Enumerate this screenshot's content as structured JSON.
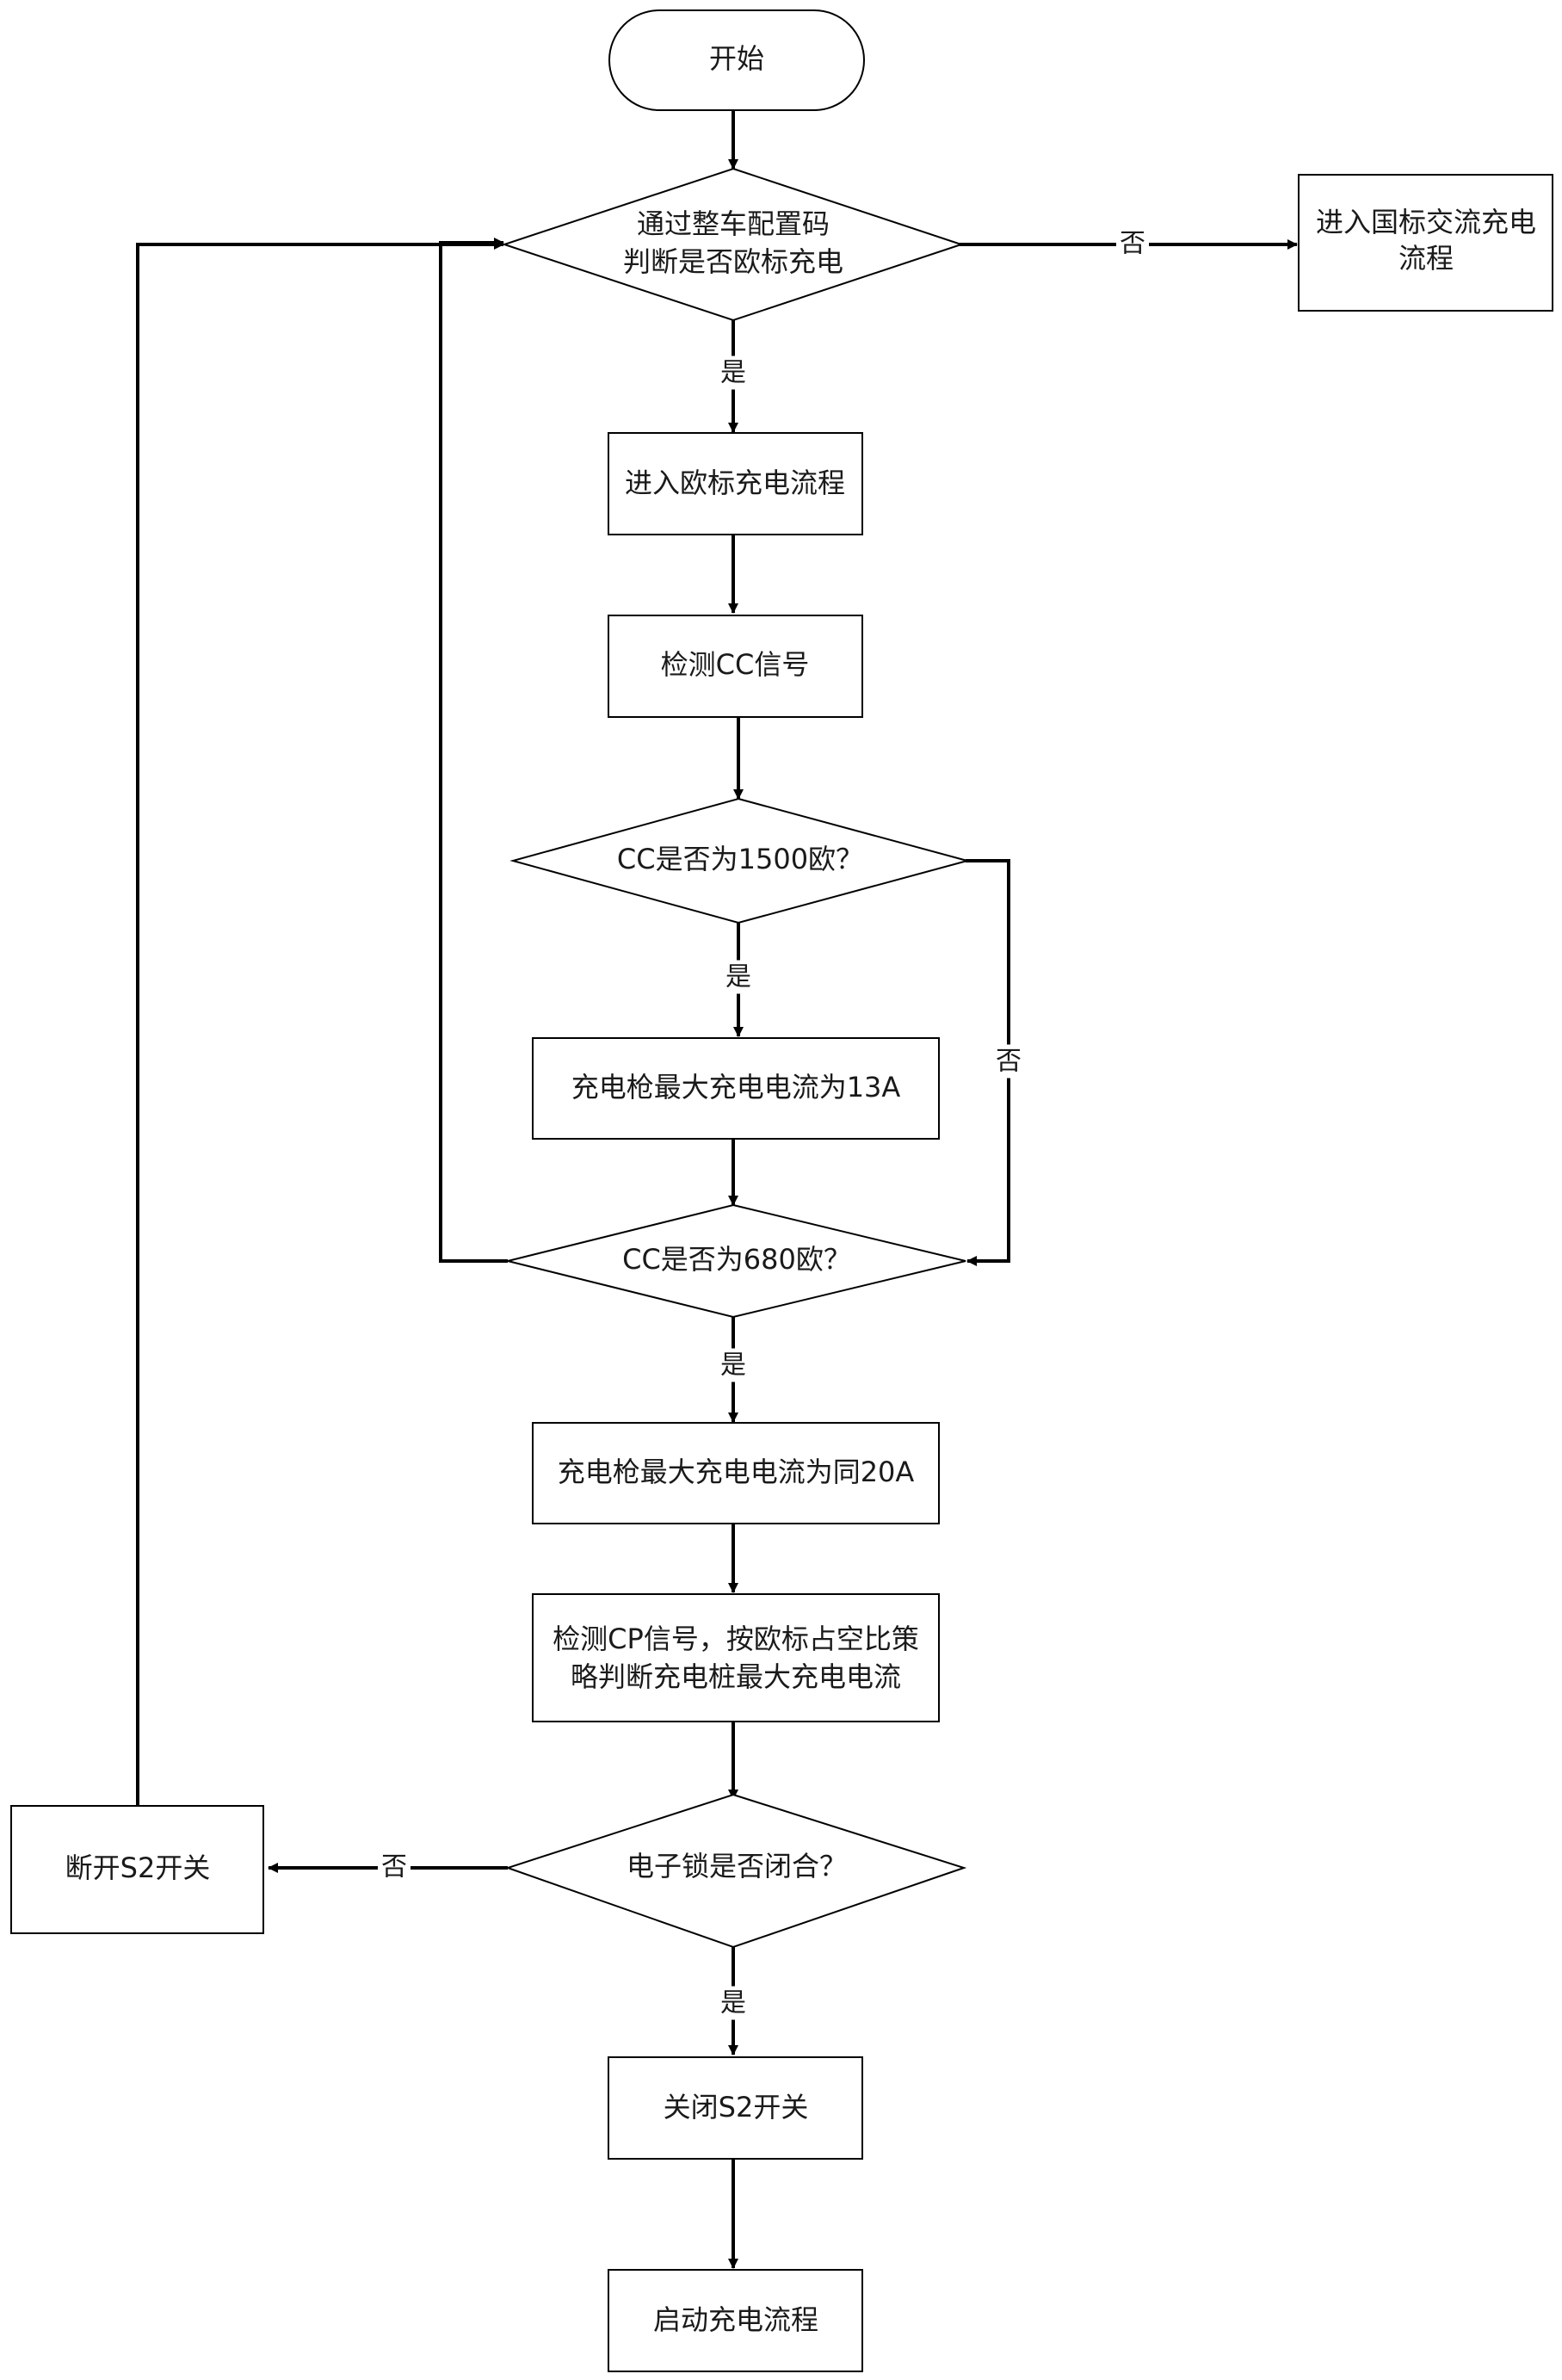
{
  "start": "开始",
  "decisions": {
    "eu_check_line1": "通过整车配置码",
    "eu_check_line2": "判断是否欧标充电",
    "cc_1500": "CC是否为1500欧？",
    "cc_680": "CC是否为680欧？",
    "lock_closed": "电子锁是否闭合？"
  },
  "processes": {
    "gb_ac_line1": "进入国标交流充电",
    "gb_ac_line2": "流程",
    "eu_flow": "进入欧标充电流程",
    "detect_cc": "检测CC信号",
    "max_13a": "充电枪最大充电电流为13A",
    "max_20a": "充电枪最大充电电流为同20A",
    "cp_line1": "检测CP信号，按欧标占空比策",
    "cp_line2": "略判断充电桩最大充电电流",
    "open_s2": "断开S2开关",
    "close_s2": "关闭S2开关",
    "start_charge": "启动充电流程"
  },
  "edge_labels": {
    "no_gb": "否",
    "yes_eu": "是",
    "yes_1500": "是",
    "no_1500": "否",
    "yes_680": "是",
    "no_lock": "否",
    "yes_lock": "是"
  }
}
